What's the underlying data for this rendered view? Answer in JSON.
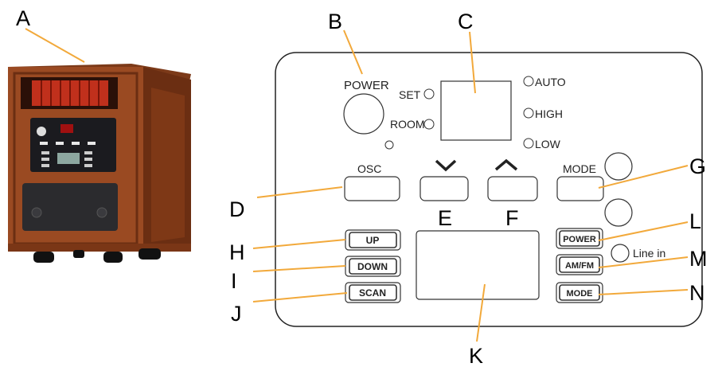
{
  "callouts": {
    "a": "A",
    "b": "B",
    "c": "C",
    "d": "D",
    "e": "E",
    "f": "F",
    "g": "G",
    "h": "H",
    "i": "I",
    "j": "J",
    "k": "K",
    "l": "L",
    "m": "M",
    "n": "N"
  },
  "panel": {
    "power_label": "POWER",
    "set_label": "SET",
    "room_label": "ROOM",
    "auto_label": "AUTO",
    "high_label": "HIGH",
    "low_label": "LOW",
    "osc_label": "OSC",
    "mode_label": "MODE",
    "line_in_label": "Line in"
  },
  "radio_buttons": {
    "up": "UP",
    "down": "DOWN",
    "scan": "SCAN",
    "power": "POWER",
    "am_fm": "AM/FM",
    "mode": "MODE"
  },
  "colors": {
    "leader_line": "#f2a93b",
    "cabinet_wood": "#9a4a22",
    "cabinet_wood_dark": "#6b2e12",
    "heater_grille": "#c0301c",
    "control_panel": "#1b1b1f",
    "speaker": "#2b2b2e",
    "panel_outline": "#222222"
  }
}
